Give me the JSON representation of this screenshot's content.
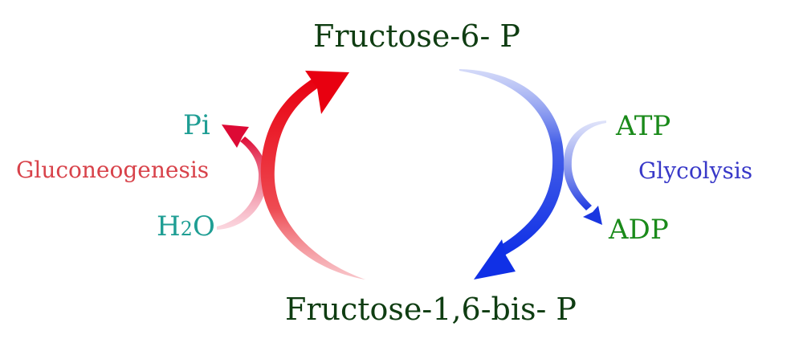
{
  "diagram": {
    "title": "Fructose-6-P / Fructose-1,6-bisP substrate cycle",
    "nodes": {
      "top": "Fructose-6- P",
      "bottom": "Fructose-1,6-bis- P"
    },
    "left_pathway": {
      "name": "Gluconeogenesis",
      "input": "H2O",
      "output": "Pi",
      "color": "#e8101a",
      "direction": "Fructose-1,6-bis- P → Fructose-6- P"
    },
    "right_pathway": {
      "name": "Glycolysis",
      "input": "ATP",
      "output": "ADP",
      "color": "#1f3ee0",
      "direction": "Fructose-6- P → Fructose-1,6-bis- P"
    },
    "colors": {
      "metabolite": "#0f3d12",
      "cofactor_left": "#1f9e94",
      "cofactor_right": "#1a8a1a",
      "gluconeogenesis_label": "#d8424a",
      "glycolysis_label": "#3838c8"
    }
  }
}
